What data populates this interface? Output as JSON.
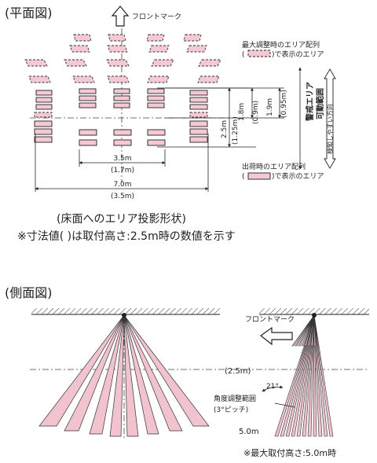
{
  "plan": {
    "title": "(平面図)",
    "front_mark": "フロントマーク",
    "max_adjust_legend_line1": "最大調整時のエリア配列",
    "max_adjust_legend_line2_pre": "(",
    "max_adjust_legend_line2_post": ")で表示のエリア",
    "shipping_legend_line1": "出荷時のエリア配列",
    "shipping_legend_line2_pre": "(",
    "shipping_legend_line2_post": ")で表示のエリア",
    "dim_1_9m": "1.9m",
    "dim_0_95m": "(0.95m)",
    "dim_1_8m": "1.8m",
    "dim_0_9m": "(0.9m)",
    "dim_2_5m": "2.5m",
    "dim_1_25m": "(1.25m)",
    "dim_3_5m": "3.5m",
    "dim_1_7m": "(1.7m)",
    "dim_7_0m": "7.0m",
    "dim_3_5m_paren": "(3.5m)",
    "vert_label_1": "警戒エリア",
    "vert_label_2": "可動範囲",
    "detect_direction": "検知しやすい方向"
  },
  "caption": {
    "line1": "(床面へのエリア投影形状)",
    "line2": "※寸法値(  )は取付高さ:2.5m時の数値を示す"
  },
  "side": {
    "title": "(側面図)",
    "front_mark": "フロントマーク",
    "height_2_5m": "(2.5m)",
    "height_5_0m": "5.0m",
    "angle": "21°",
    "angle_range": "角度調整範囲",
    "pitch": "(3°ピッチ)",
    "note": "※最大取付高さ:5.0m時"
  },
  "colors": {
    "zone_fill": "#f4c9d3",
    "beam_fill": "#f0c3cf",
    "line": "#222222"
  }
}
